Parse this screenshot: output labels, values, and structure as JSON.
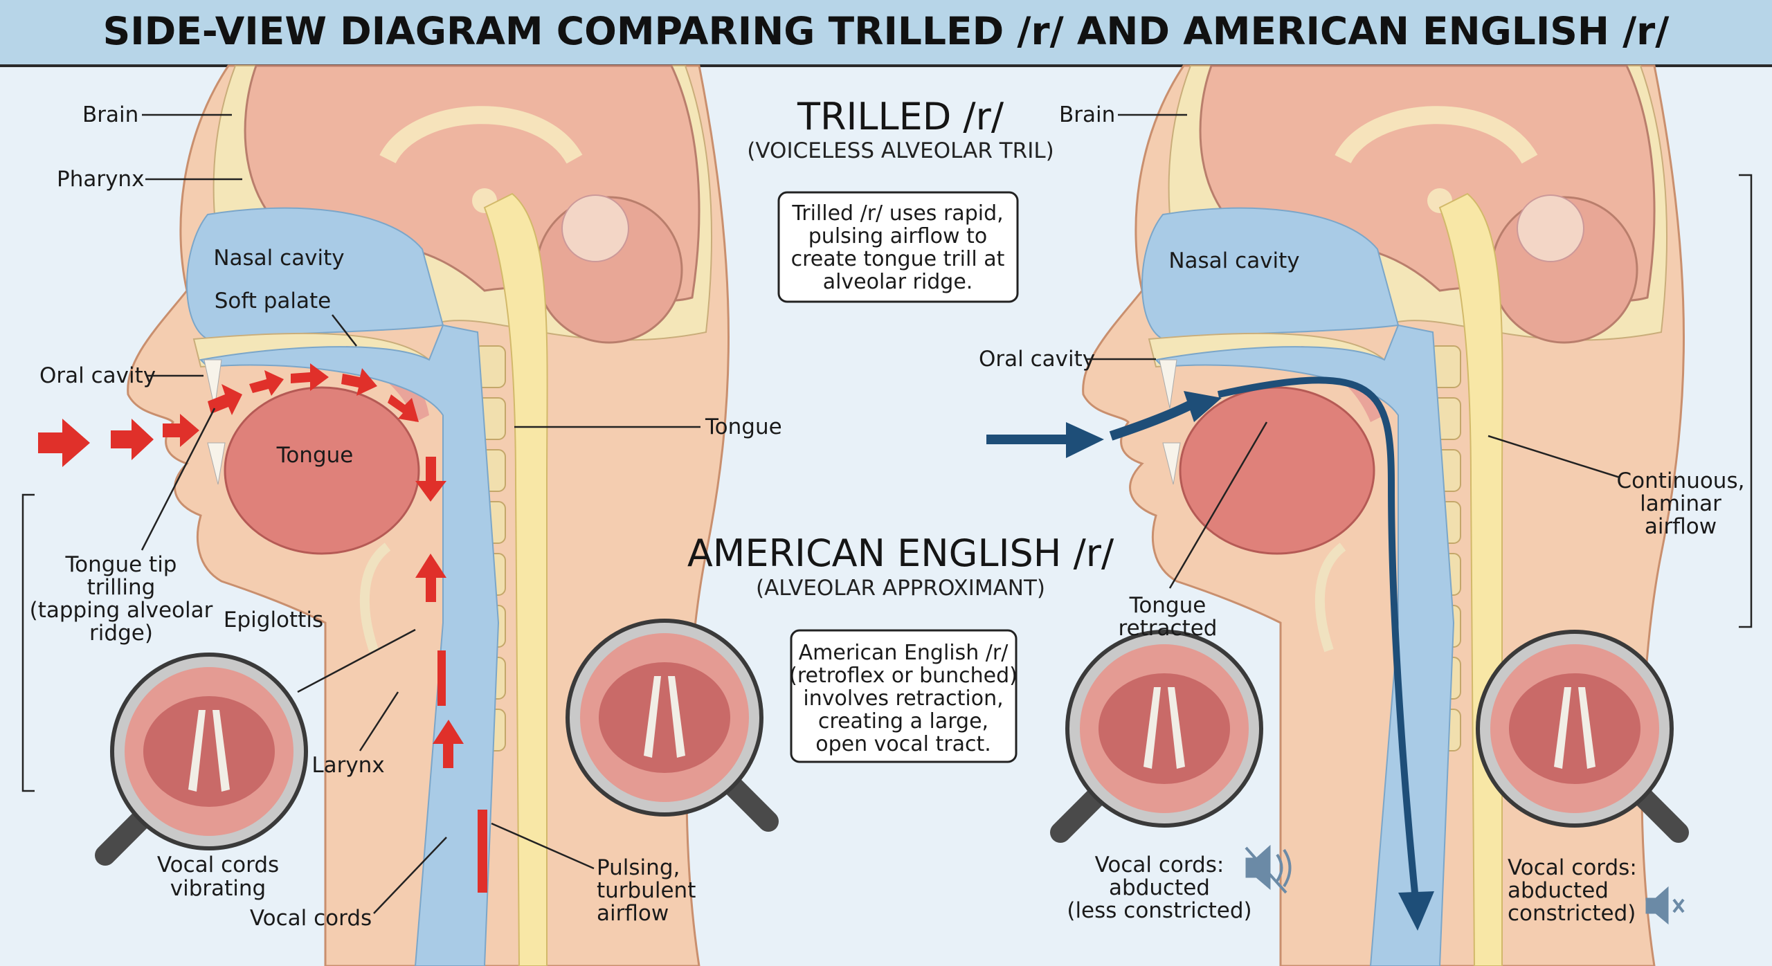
{
  "title": "SIDE-VIEW DIAGRAM COMPARING TRILLED /r/ AND AMERICAN ENGLISH /r/",
  "trilled": {
    "heading": "TRILLED /r/",
    "subheading": "(VOICELESS ALVEOLAR TRIL)",
    "description": [
      "Trilled /r/ uses rapid,",
      "pulsing airflow to",
      "create tongue trill at",
      "alveolar ridge."
    ],
    "labels": {
      "brain": "Brain",
      "pharynx": "Pharynx",
      "nasal_cavity": "Nasal cavity",
      "soft_palate": "Soft palate",
      "oral_cavity": "Oral cavity",
      "tongue": "Tongue",
      "tongue_side": "Tongue",
      "tongue_tip": [
        "Tongue tip",
        "trilling",
        "(tapping alveolar",
        "ridge)"
      ],
      "epiglottis": "Epiglottis",
      "larynx": "Larynx",
      "vocal_cords_vibrating": [
        "Vocal cords",
        "vibrating"
      ],
      "vocal_cords": "Vocal cords",
      "pulsing_airflow": [
        "Pulsing,",
        "turbulent",
        "airflow"
      ]
    }
  },
  "american": {
    "heading": "AMERICAN ENGLISH /r/",
    "subheading": "(ALVEOLAR APPROXIMANT)",
    "description": [
      "American English /r/",
      "(retroflex or bunched)",
      "involves retraction,",
      "creating a large,",
      "open vocal tract."
    ],
    "labels": {
      "brain": "Brain",
      "nasal_cavity": "Nasal cavity",
      "oral_cavity": "Oral cavity",
      "continuous_airflow": [
        "Continuous,",
        "laminar",
        "airflow"
      ],
      "tongue_retracted": [
        "Tongue",
        "retracted"
      ],
      "vocal_cords_less": [
        "Vocal cords:",
        "abducted",
        "(less constricted)"
      ],
      "vocal_cords_constricted": [
        "Vocal cords:",
        "abducted",
        "constricted)"
      ]
    }
  },
  "icons": {
    "muted_speaker_1": "speaker-muted-icon",
    "muted_speaker_2": "speaker-off-icon"
  },
  "colors": {
    "title_bar": "#b7d5e8",
    "skin": "#f4cdb0",
    "brain": "#eeb5a0",
    "airway": "#a9cbe6",
    "tongue": "#df817a",
    "bone": "#f4e6b8",
    "trill_arrow": "#e0302a",
    "laminar_arrow": "#1e4e78"
  }
}
